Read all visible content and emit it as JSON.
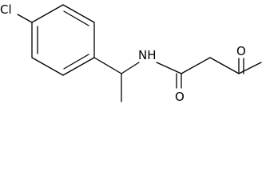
{
  "molecule": {
    "atom_labels": {
      "chlorine": "Cl",
      "nitrogen_h": "NH",
      "ketone_oxygen": "O",
      "amide_oxygen": "O"
    }
  }
}
